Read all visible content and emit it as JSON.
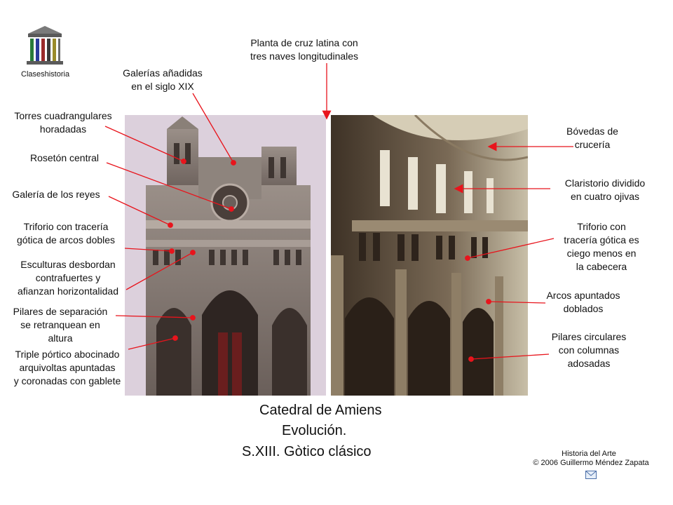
{
  "logo": {
    "text": "Claseshistoria",
    "icon": "greek-temple-icon"
  },
  "top_label": "Planta de cruz latina con\ntres naves longitudinales",
  "left_labels": [
    "Galerías añadidas\nen el siglo XIX",
    "Torres cuadrangulares\nhoradadas",
    "Rosetón central",
    "Galería de los reyes",
    "Triforio con tracería\ngótica de arcos dobles",
    "Esculturas desbordan\ncontrafuertes y\nafianzan horizontalidad",
    "Pilares de separación\nse retranquean en\naltura",
    "Triple pórtico abocinado\narquivoltas apuntadas\ny coronadas con gablete"
  ],
  "right_labels": [
    "Bóvedas de\ncrucería",
    "Claristorio dividido\nen cuatro ojivas",
    "Triforio con\ntracería gótica es\nciego menos en\nla cabecera",
    "Arcos apuntados\ndoblados",
    "Pilares circulares\ncon columnas\nadosadas"
  ],
  "title": {
    "line1": "Catedral de Amiens",
    "line2": "Evolución.",
    "line3": "S.XIII. Gòtico clásico"
  },
  "footer": {
    "line1": "Historia del Arte",
    "line2": "© 2006 Guillermo Méndez Zapata",
    "mail_icon": "envelope-icon"
  },
  "colors": {
    "arrow": "#e8141c",
    "sky": "#d8ccd8",
    "stone": "#8a7f78"
  }
}
